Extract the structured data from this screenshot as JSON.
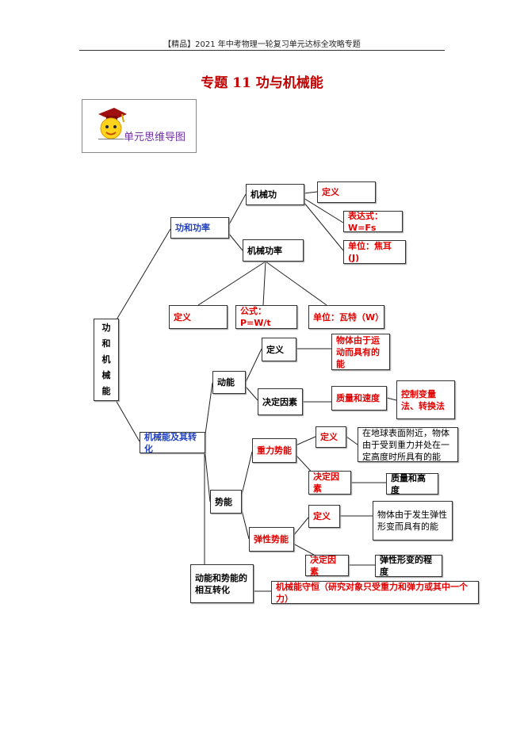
{
  "header": "【精品】2021 年中考物理一轮复习单元达标全攻略专题",
  "title": "专题 11  功与机械能",
  "badge": {
    "label": "单元思维导图",
    "icon": "graduate-emoji-icon"
  },
  "mindmap": {
    "root": "功\n和\n机\n械\n能",
    "work_power": "功和功率",
    "mech_work": "机械功",
    "work_def": "定义",
    "work_formula": "表达式：W=Fs",
    "work_unit": "单位：焦耳(J)",
    "mech_power": "机械功率",
    "power_def": "定义",
    "power_formula": "公式：P=W/t",
    "power_unit": "单位：瓦特（W）",
    "mech_energy": "机械能及其转化",
    "kinetic": "动能",
    "kin_def": "定义",
    "kin_def_text": "物体由于运动而具有的能",
    "kin_factor": "决定因素",
    "kin_factor_text": "质量和速度",
    "kin_method": "控制变量法、转换法",
    "potential": "势能",
    "grav": "重力势能",
    "grav_def": "定义",
    "grav_def_text": "在地球表面附近，物体由于受到重力并处在一定高度时所具有的能",
    "grav_factor": "决定因素",
    "grav_factor_text": "质量和高度",
    "elastic": "弹性势能",
    "elas_def": "定义",
    "elas_def_text": "物体由于发生弹性形变而具有的能",
    "elas_factor": "决定因素",
    "elas_factor_text": "弹性形变的程度",
    "convert": "动能和势能的相互转化",
    "conserve": "机械能守恒（研究对象只受重力和弹力或其中一个力）"
  }
}
